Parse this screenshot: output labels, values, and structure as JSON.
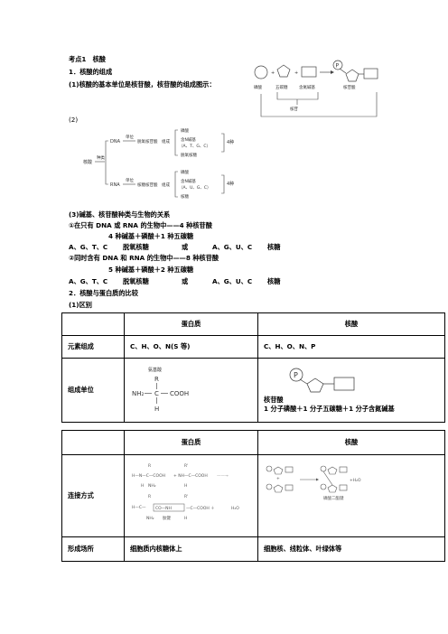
{
  "heading": "考点1　核酸",
  "s1_title": "1．核酸的组成",
  "s1_line": "(1)核酸的基本单位是核苷酸，核苷酸的组成图示：",
  "fig1": {
    "phosphate": "磷酸",
    "pentose": "五碳糖",
    "base": "含氮碱基",
    "nucleotide": "核苷酸",
    "nucleoside": "核苷",
    "p_label": "P"
  },
  "s2_label": "(2)",
  "tree": {
    "root": "核酸",
    "kind": "种类",
    "dna": "DNA",
    "rna": "RNA",
    "unit": "单位",
    "unit2": "单位",
    "dna_mid": "脱氧核苷酸",
    "dna_mid2": "组成",
    "rna_mid": "核糖核苷酸",
    "rna_mid2": "组成",
    "dna_top": "磷酸",
    "dna_base": "含N碱基",
    "dna_bases": "（A、T、G、C）",
    "dna_sugar": "脱氧核糖",
    "rna_top": "磷酸",
    "rna_base": "含N碱基",
    "rna_bases": "（A、U、G、C）",
    "rna_sugar": "核糖",
    "four1": "4种",
    "four2": "4种"
  },
  "s3_title": "(3)碱基、核苷酸种类与生物的关系",
  "s3_l1": "①在只有 DNA 或 RNA 的生物中——4 种核苷酸",
  "s3_l2": "4 种碱基＋磷酸＋1 种五碳糖",
  "s3_l3a": "A、G、T、C",
  "s3_l3b": "脱氧核糖",
  "s3_l3c": "或",
  "s3_l3d": "A、G、U、C",
  "s3_l3e": "核糖",
  "s3_l4": "②同时含有 DNA 和 RNA 的生物中——8 种核苷酸",
  "s3_l5": "5 种碱基＋磷酸＋2 种五碳糖",
  "s3_l6a": "A、G、T、C",
  "s3_l6b": "脱氧核糖",
  "s3_l6c": "或",
  "s3_l6d": "A、G、U、C",
  "s3_l6e": "核糖",
  "s4_title": "2．核酸与蛋白质的比较",
  "s4_sub": "(1)区别",
  "table1": {
    "h_protein": "蛋白质",
    "h_nucleic": "核酸",
    "r1_label": "元素组成",
    "r1_protein": "C、H、O、N(S 等)",
    "r1_nucleic": "C、H、O、N、P",
    "r2_label": "组成单位",
    "r2_nucleic_1": "核苷酸",
    "r2_nucleic_2": "1 分子磷酸＋1 分子五碳糖＋1 分子含氮碱基",
    "aa_label": "氨基酸",
    "aa_r": "R",
    "aa_nh2": "NH₂",
    "aa_c": "C",
    "aa_cooh": "COOH",
    "aa_h": "H"
  },
  "table2": {
    "h_protein": "蛋白质",
    "h_nucleic": "核酸",
    "r1_label": "连接方式",
    "r2_label": "形成场所",
    "r2_protein": "细胞质内核糖体上",
    "r2_nucleic": "细胞核、线粒体、叶绿体等",
    "pep_bond": "CO—NH",
    "pep_name": "肽键",
    "water": "H₂O",
    "nuc_caption": "磷酸二酯键"
  }
}
